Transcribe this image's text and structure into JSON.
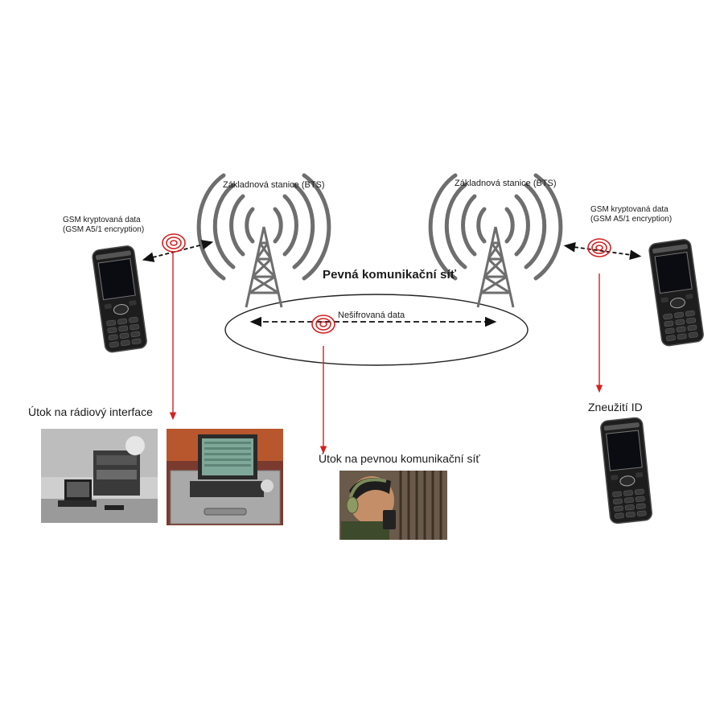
{
  "left_phone": {
    "label_line1": "GSM kryptovaná data",
    "label_line2": "(GSM A5/1 encryption)"
  },
  "right_phone": {
    "label_line1": "GSM kryptovaná data",
    "label_line2": "(GSM A5/1 encryption)"
  },
  "left_bts": {
    "label": "Základnová stanice  (BTS)"
  },
  "right_bts": {
    "label": "Základnová stanice (BTS)"
  },
  "network": {
    "title": "Pevná komunikační síť",
    "link_label": "Nešifrovaná data"
  },
  "attacks": {
    "radio": "Útok na rádiový interface",
    "fixed": "Útok na pevnou komunikační síť",
    "id_abuse": "Zneužití ID"
  },
  "colors": {
    "attack_red": "#d42020",
    "antenna_gray": "#6e6e6e",
    "phone_black": "#1d1d1d"
  }
}
